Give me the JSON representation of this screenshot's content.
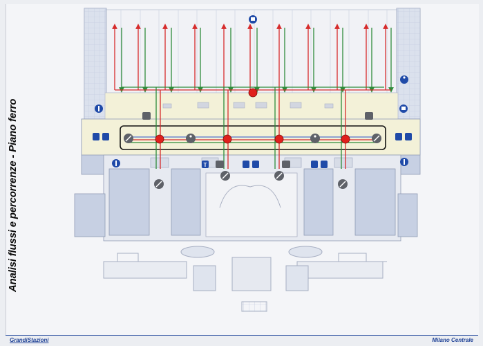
{
  "poster": {
    "title": "Analisi flussi e percorrenze - Piano ferro",
    "brand": "GrandiStazioni",
    "station": "Milano Centrale"
  },
  "colors": {
    "paper": "#f4f5f8",
    "building_fill": "#c7d0e3",
    "building_stroke": "#8f9bb5",
    "concourse_fill": "#f3f1d8",
    "flow_red": "#d62b2b",
    "flow_green": "#2e8b3a",
    "node_red": "#e0201c",
    "icon_blue": "#1f4aa8",
    "icon_gray": "#5e6168"
  },
  "legend_icons": [
    "train-icon",
    "accessibility-icon",
    "escalator-icon",
    "elevator-icon",
    "toilet-icon",
    "information-icon",
    "ticket-icon",
    "taxi-icon"
  ]
}
